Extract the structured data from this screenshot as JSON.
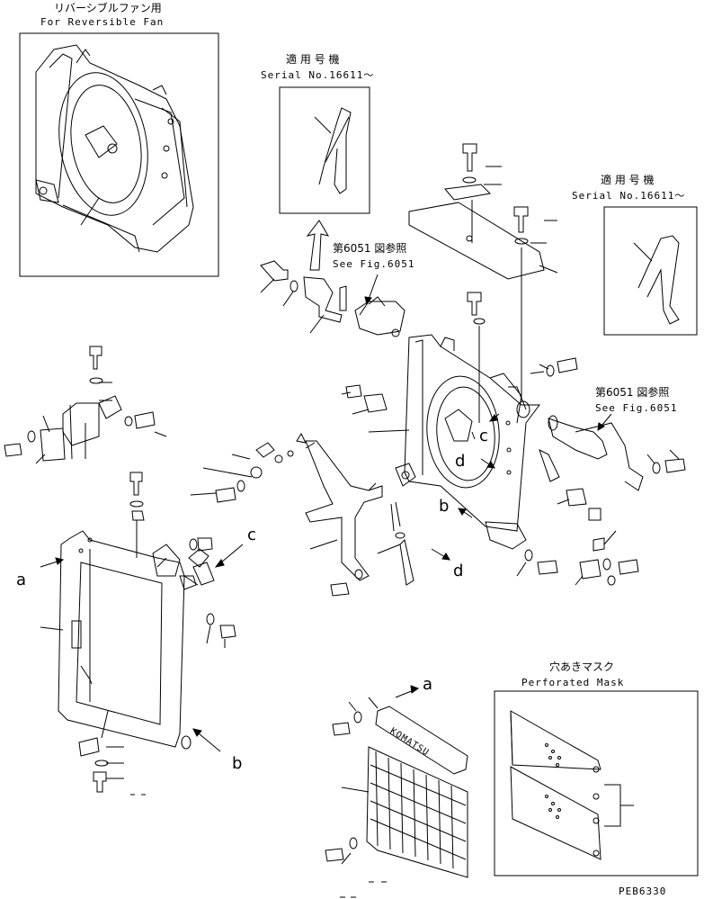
{
  "reversible_fan": {
    "jp": "リバーシブルファン用",
    "en": "For Reversible Fan"
  },
  "serial_top": {
    "jp": "適 用 号 機",
    "en": "Serial No.16611～"
  },
  "serial_right": {
    "jp": "適 用 号 機",
    "en": "Serial No.16611～"
  },
  "ref_left": {
    "jp": "第6051 図参照",
    "en": "See Fig.6051"
  },
  "ref_right": {
    "jp": "第6051 図参照",
    "en": "See Fig.6051"
  },
  "perforated_mask": {
    "jp": "穴あきマスク",
    "en": "Perforated Mask"
  },
  "letters": {
    "a": "a",
    "b": "b",
    "c": "c",
    "d": "d"
  },
  "nameplate_text": "KOMATSU",
  "drawing_code": "PEB6330"
}
